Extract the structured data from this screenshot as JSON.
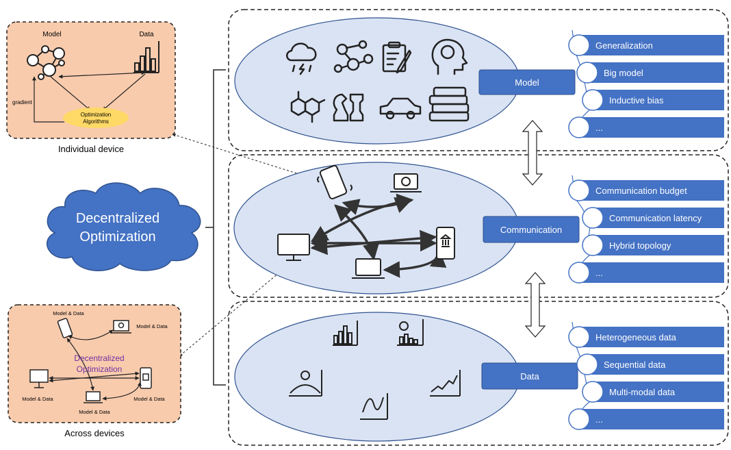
{
  "individual_device": {
    "model_label": "Model",
    "data_label": "Data",
    "gradient_label": "gradient",
    "optimizer_line1": "Optimization",
    "optimizer_line2": "Algorithms",
    "caption": "Individual device"
  },
  "cloud": {
    "line1": "Decentralized",
    "line2": "Optimization"
  },
  "across_devices": {
    "caption": "Across devices",
    "center_line1": "Decentralized",
    "center_line2": "Optimization",
    "node_label": "Model & Data"
  },
  "sections": {
    "model": {
      "label": "Model",
      "items": [
        "Generalization",
        "Big model",
        "Inductive bias",
        "..."
      ]
    },
    "communication": {
      "label": "Communication",
      "items": [
        "Communication budget",
        "Communication latency",
        "Hybrid topology",
        "..."
      ]
    },
    "data": {
      "label": "Data",
      "items": [
        "Heterogeneous data",
        "Sequential data",
        "Multi-modal data",
        "..."
      ]
    }
  },
  "colors": {
    "peach": "#f8cbad",
    "ellipse": "#dae3f3",
    "blue_box": "#4472c4",
    "cloud": "#4472c4",
    "optimizer": "#ffd966",
    "purple": "#7030a0"
  }
}
